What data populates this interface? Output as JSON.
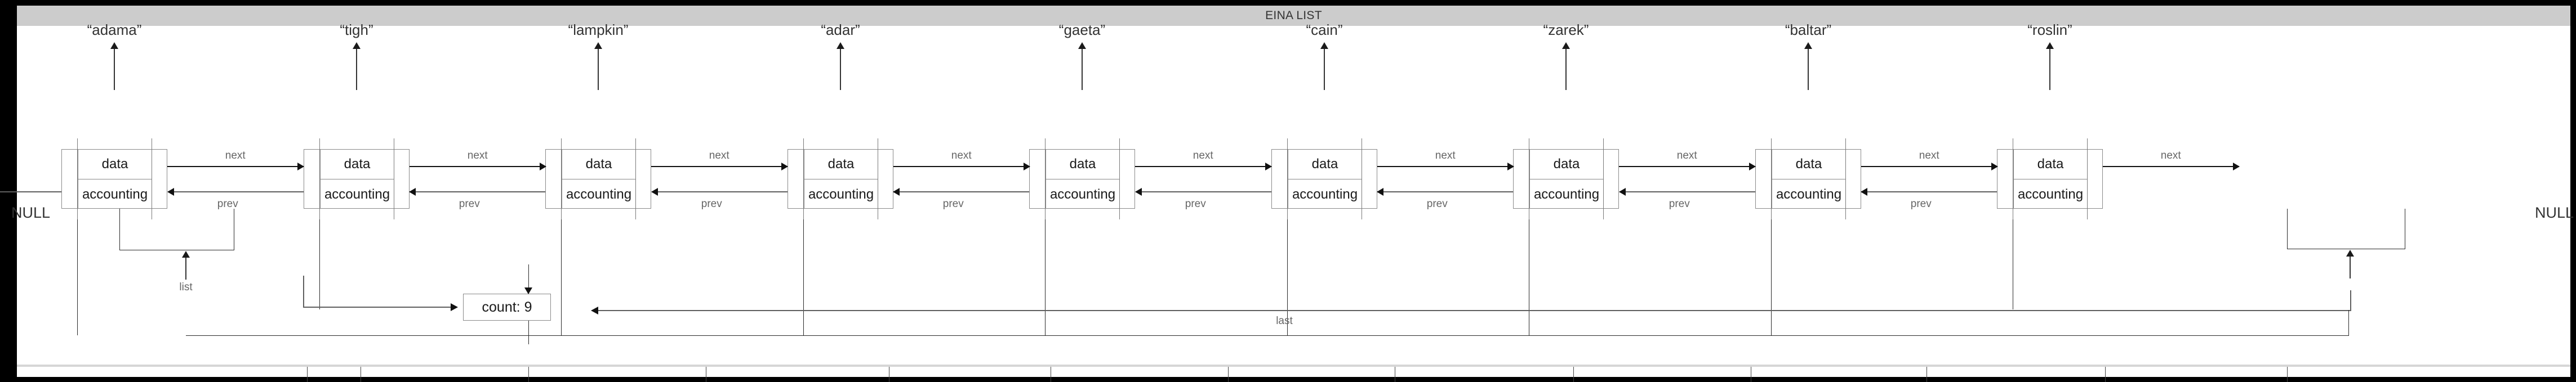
{
  "window": {
    "title": "EINA LIST",
    "title_bar_color": "#cccccc",
    "border_color": "#000000",
    "page_color": "#ffffff"
  },
  "diagram": {
    "type": "doubly-linked-list",
    "node_field_top": "data",
    "node_field_bottom": "accounting",
    "next_label": "next",
    "prev_label": "prev",
    "null_left": "NULL",
    "null_right": "NULL",
    "count_label": "count: 9",
    "count_value": 9,
    "list_pointer_label": "list",
    "last_pointer_label": "last",
    "nodes": [
      {
        "label": "“adama”",
        "data": "data",
        "accounting": "accounting"
      },
      {
        "label": "“tigh”",
        "data": "data",
        "accounting": "accounting"
      },
      {
        "label": "“lampkin”",
        "data": "data",
        "accounting": "accounting"
      },
      {
        "label": "“adar”",
        "data": "data",
        "accounting": "accounting"
      },
      {
        "label": "“gaeta”",
        "data": "data",
        "accounting": "accounting"
      },
      {
        "label": "“cain”",
        "data": "data",
        "accounting": "accounting"
      },
      {
        "label": "“zarek”",
        "data": "data",
        "accounting": "accounting"
      },
      {
        "label": "“baltar”",
        "data": "data",
        "accounting": "accounting"
      },
      {
        "label": "“roslin”",
        "data": "data",
        "accounting": "accounting"
      }
    ]
  }
}
